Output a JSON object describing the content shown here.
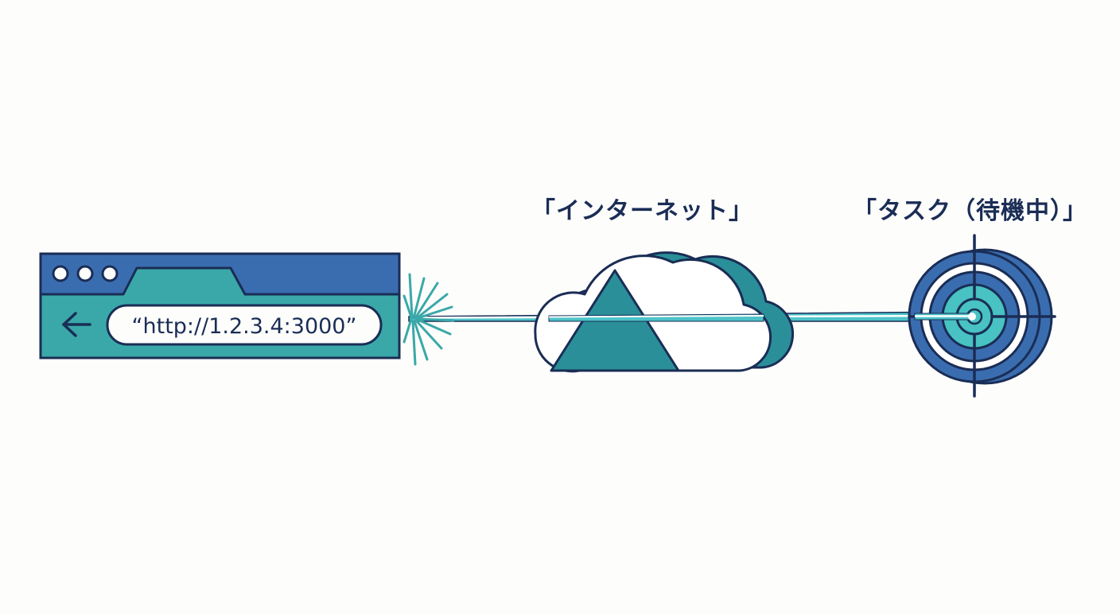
{
  "browser": {
    "url_text": "“http://1.2.3.4:3000”",
    "back_icon": "arrow-left-icon",
    "window_dots_icon": "three-dots-icon"
  },
  "internet": {
    "label": "「インターネット」",
    "icon": "cloud-triangle-icon"
  },
  "task": {
    "label": "「タスク（待機中）」",
    "icon": "target-crosshair-icon"
  },
  "connection": {
    "icon": "spark-burst-icon"
  },
  "colors": {
    "navy": "#1a2d55",
    "blue": "#3a6db0",
    "teal": "#3aa8a8",
    "dark_teal": "#2a8f99",
    "light_teal": "#48c2c2",
    "beam": "#4cc3c8",
    "background": "#fdfdfc"
  }
}
